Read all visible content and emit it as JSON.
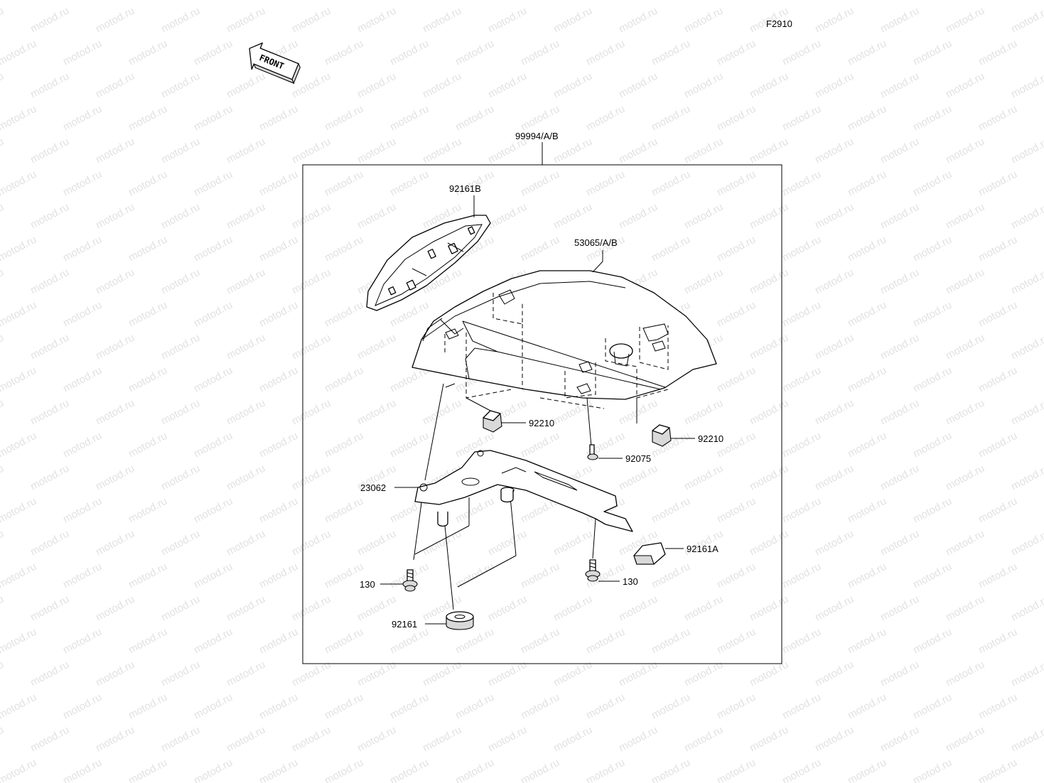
{
  "figure_code": "F2910",
  "watermark": "motod.ru",
  "front_arrow": {
    "text": "FRONT"
  },
  "callouts": {
    "assembly": "99994/A/B",
    "seat_cover": "53065/A/B",
    "upper_damper": "92161B",
    "nut_clip_left": "92210",
    "nut_clip_right": "92210",
    "bolt_small": "92075",
    "bracket": "23062",
    "lower_damper": "92161A",
    "bolt_left": "130",
    "bolt_right": "130",
    "spacer_damper": "92161"
  }
}
